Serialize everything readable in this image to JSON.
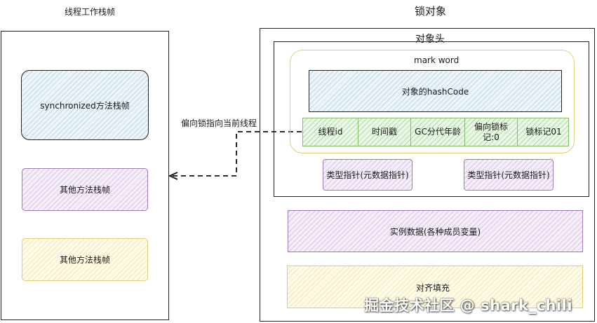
{
  "thread_frame": {
    "title": "线程工作栈帧",
    "frames": [
      {
        "label": "synchronized方法栈帧"
      },
      {
        "label": "其他方法栈帧"
      },
      {
        "label": "其他方法栈帧"
      }
    ]
  },
  "lock_object": {
    "title": "锁对象",
    "header": {
      "title": "对象头",
      "mark_word": {
        "title": "mark word",
        "hash_code": "对象的hashCode",
        "fields": [
          "线程id",
          "时间戳",
          "GC分代年龄",
          "偏向锁标记:0",
          "锁标记01"
        ]
      },
      "type_pointers": [
        "类型指针(元数据指针)",
        "类型指针(元数据指针)"
      ]
    },
    "instance_data": "实例数据(各种成员变量)",
    "padding": "对齐填充"
  },
  "arrow_label": "偏向锁指向当前线程",
  "watermark": "掘金技术社区 @ shark_chili",
  "colors": {
    "blue_fill": "#eef5fa",
    "purple": "#a079b8",
    "yellow": "#e0cf78",
    "green": "#7fbf6b",
    "border": "#222222"
  }
}
